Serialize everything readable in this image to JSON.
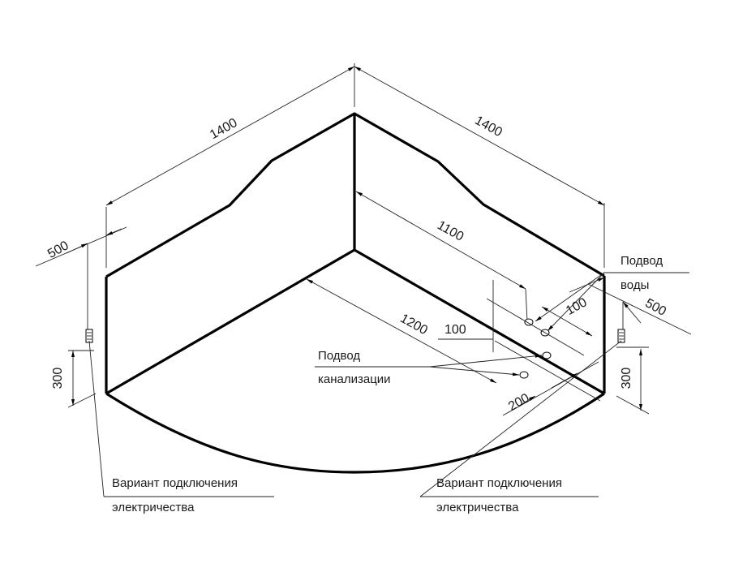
{
  "dimensions": {
    "width_left": "1400",
    "width_right": "1400",
    "inner_right": "1100",
    "inner_front": "1200",
    "side_left": "500",
    "side_right": "500",
    "height_left": "300",
    "height_right": "300",
    "water_offset_1": "100",
    "water_offset_2": "100",
    "drain_offset": "200"
  },
  "labels": {
    "water_line1": "Подвод",
    "water_line2": "воды",
    "drain_line1": "Подвод",
    "drain_line2": "канализации",
    "elec_left_line1": "Вариант подключения",
    "elec_left_line2": "электричества",
    "elec_right_line1": "Вариант подключения",
    "elec_right_line2": "электричества"
  },
  "colors": {
    "line": "#000000",
    "background": "#ffffff"
  }
}
